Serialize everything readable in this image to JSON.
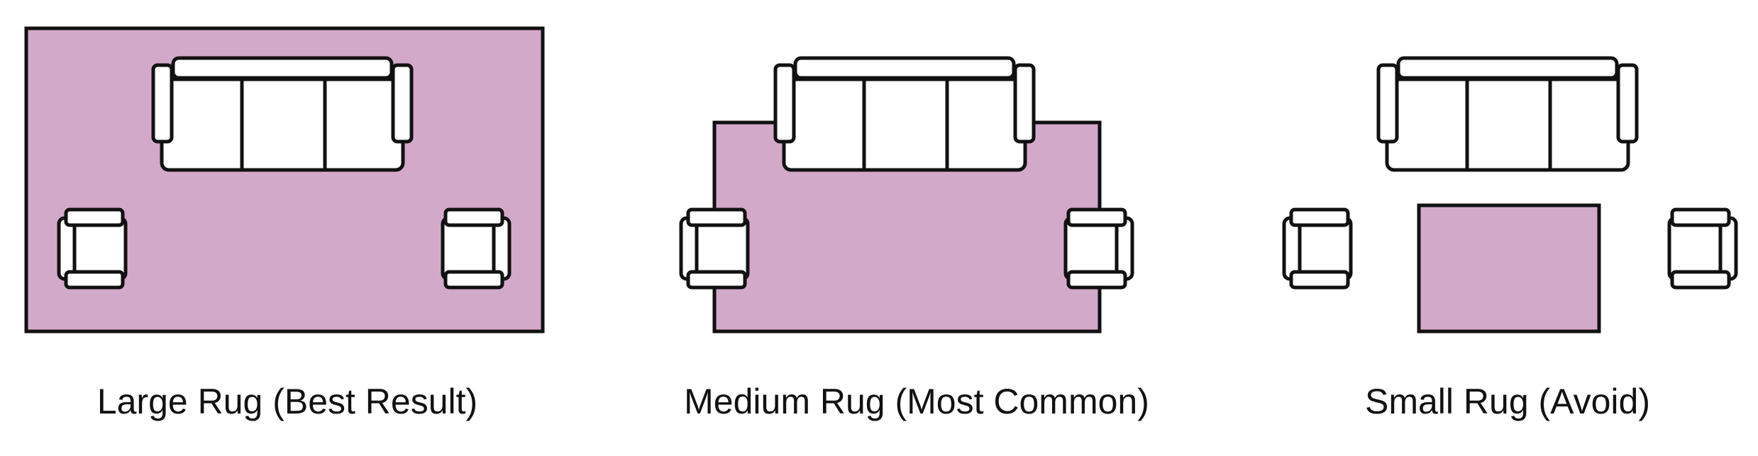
{
  "colors": {
    "rug_fill": "#d3a9ca",
    "outline": "#111111",
    "furniture_fill": "#ffffff",
    "background": "#ffffff"
  },
  "panels": [
    {
      "id": "large",
      "caption": "Large Rug (Best Result)"
    },
    {
      "id": "medium",
      "caption": "Medium Rug (Most Common)"
    },
    {
      "id": "small",
      "caption": "Small Rug (Avoid)"
    }
  ]
}
